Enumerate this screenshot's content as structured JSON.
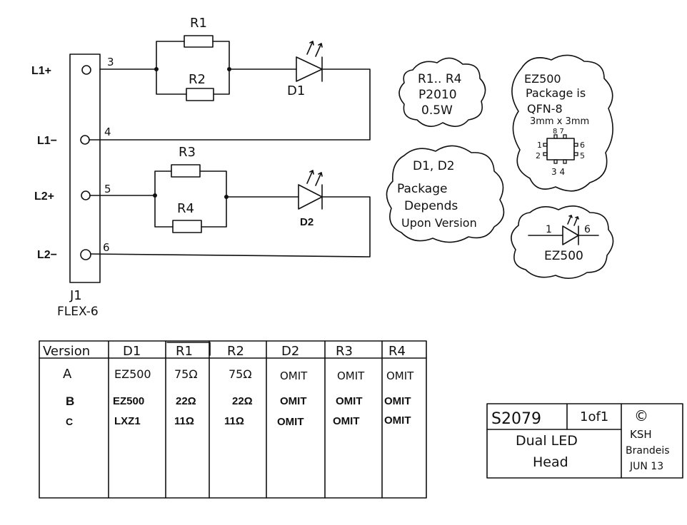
{
  "connector": {
    "ref": "J1",
    "type": "FLEX-6",
    "pins": [
      {
        "name": "L1+",
        "num": "3"
      },
      {
        "name": "L1−",
        "num": "4"
      },
      {
        "name": "L2+",
        "num": "5"
      },
      {
        "name": "L2−",
        "num": "6"
      }
    ]
  },
  "components": {
    "r1": "R1",
    "r2": "R2",
    "r3": "R3",
    "r4": "R4",
    "d1": "D1",
    "d2": "D2"
  },
  "notes": {
    "resistors": [
      "R1.. R4",
      "P2010",
      "0.5W"
    ],
    "diodes": [
      "D1, D2",
      "Package",
      "Depends",
      "Upon Version"
    ],
    "ez500": [
      "EZ500",
      "Package is",
      "QFN-8",
      "3mm x 3mm"
    ],
    "qfn_pins": {
      "top": "8  7",
      "left1": "1",
      "left2": "2",
      "right1": "6",
      "right2": "5",
      "bottom": "3  4"
    },
    "led_symbol": {
      "pin_a": "1",
      "pin_k": "6",
      "label": "EZ500"
    }
  },
  "bom": {
    "headers": [
      "Version",
      "D1",
      "R1",
      "R2",
      "D2",
      "R3",
      "R4"
    ],
    "rows": [
      [
        "A",
        "EZ500",
        "75Ω",
        "75Ω",
        "OMIT",
        "OMIT",
        "OMIT"
      ],
      [
        "B",
        "EZ500",
        "22Ω",
        "22Ω",
        "OMIT",
        "OMIT",
        "OMIT"
      ],
      [
        "C",
        "LXZ1",
        "11Ω",
        "11Ω",
        "OMIT",
        "OMIT",
        "OMIT"
      ]
    ]
  },
  "title_block": {
    "drawing_no": "S2079",
    "sheet": "1of1",
    "title_line1": "Dual LED",
    "title_line2": "Head",
    "copyright": "©",
    "author": "KSH",
    "company": "Brandeis",
    "date": "JUN 13"
  }
}
